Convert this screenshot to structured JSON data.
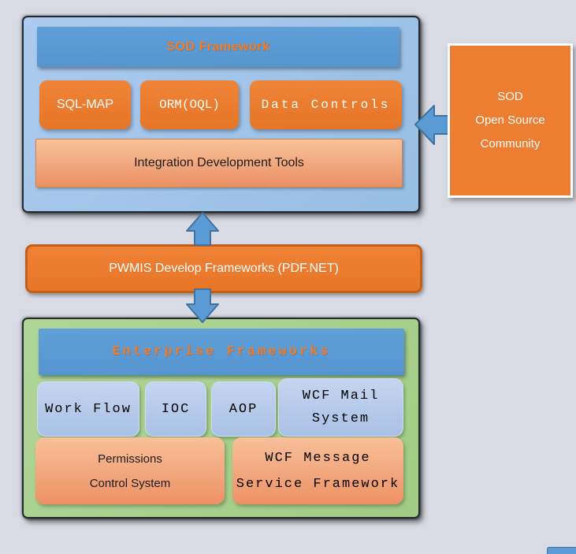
{
  "colors": {
    "background": "#d8dbe3",
    "container_blue": "#9dc3e6",
    "container_green": "#a9d18e",
    "header_blue": "#5b9bd5",
    "orange": "#ed7d31",
    "salmon_light": "#f8c099",
    "salmon_dark": "#ee9165",
    "light_blue_box": "#b4c7e7",
    "arrow_fill": "#5b9bd5",
    "arrow_border": "#41719c",
    "header_text_orange": "#ed7d31"
  },
  "sod_framework": {
    "title": "SOD Framework",
    "modules": [
      "SQL-MAP",
      "ORM(OQL)",
      "Data Controls"
    ],
    "tools": "Integration Development Tools"
  },
  "community": {
    "lines": [
      "SOD",
      "Open Source",
      "Community"
    ]
  },
  "pwmis": {
    "label": "PWMIS Develop Frameworks (PDF.NET)"
  },
  "enterprise": {
    "title": "Enterprise Frameworks",
    "modules": [
      "Work Flow",
      "IOC",
      "AOP"
    ],
    "wcf_mail_lines": [
      "WCF Mail",
      "System"
    ],
    "permissions_lines": [
      "Permissions",
      "Control System"
    ],
    "wcf_message_lines": [
      "WCF Message",
      "Service Framework"
    ]
  }
}
